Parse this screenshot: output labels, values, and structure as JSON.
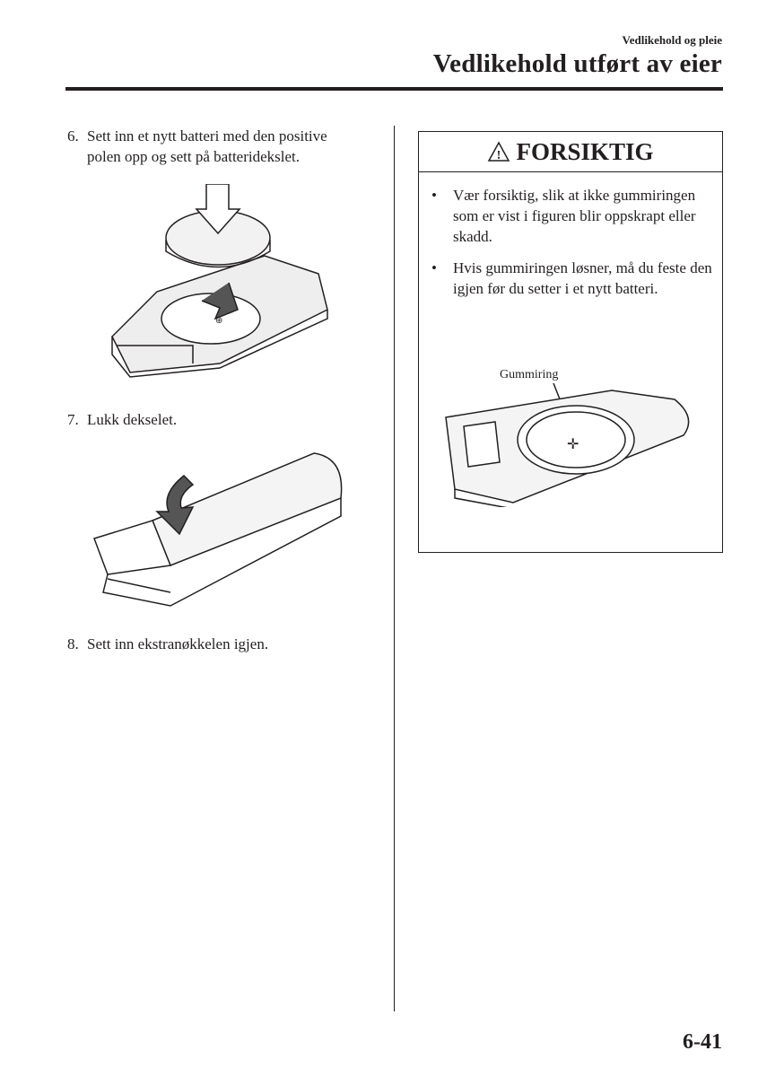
{
  "header": {
    "section": "Vedlikehold og pleie",
    "title": "Vedlikehold utført av eier"
  },
  "steps": [
    {
      "num": "6.",
      "line1": "Sett inn et nytt batteri med den positive",
      "line2": "polen opp og sett på batteridekslet."
    },
    {
      "num": "7.",
      "line1": "Lukk dekselet."
    },
    {
      "num": "8.",
      "line1": "Sett inn ekstranøkkelen igjen."
    }
  ],
  "caution": {
    "title": "FORSIKTIG",
    "icon": "warning-triangle-icon",
    "bullets": [
      "Vær forsiktig, slik at ikke gummiringen som er vist i figuren blir oppskrapt eller skadd.",
      "Hvis gummiringen løsner, må du feste den igjen før du setter i et nytt batteri."
    ],
    "figure_label": "Gummiring"
  },
  "page_number": "6-41"
}
